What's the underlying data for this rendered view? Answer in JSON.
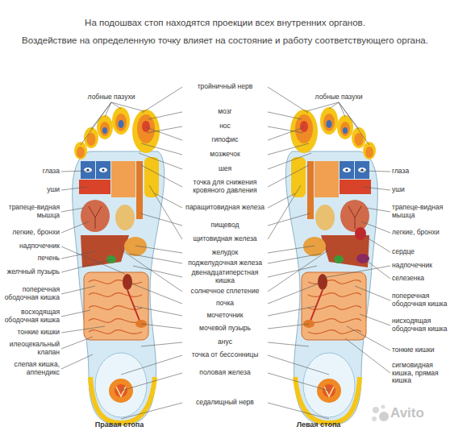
{
  "diagram": {
    "title": "На подошвах стоп находятся проекции всех внутренних органов.",
    "labels": [
      "Воздействие на определенную точку влияет на состояние и работу соответствующего органа.",
      "лобные пазухи",
      "глаза",
      "уши",
      "трапеце-видная мышца",
      "легкие, бронхи",
      "надпочечник",
      "печень",
      "желчный пузырь",
      "поперечная ободочная кишка",
      "восходящая ободочная кишка",
      "тонкие кишки",
      "илеоцекальный клапан",
      "слепая кишка, аппендикс",
      "тройничный нерв",
      "мозг",
      "нос",
      "гипофис",
      "мозжечок",
      "шея",
      "точка для снижения кровяного давления",
      "паращитовидная железа",
      "пищевод",
      "щитовидная железа",
      "желудок",
      "поджелудочная железа",
      "двенадцатиперстная кишка",
      "солнечное сплетение",
      "почка",
      "мочеточник",
      "мочевой пузырь",
      "анус",
      "точка от бессонницы",
      "половая железа",
      "седалищный нерв",
      "лобные пазухи",
      "глаза",
      "уши",
      "трапеце-видная мышца",
      "легкие, бронхи",
      "сердце",
      "надпочечник",
      "селезенка",
      "поперечная ободочная кишка",
      "нисходящая ободочная кишка",
      "тонкие кишки",
      "сигмовидная кишка, прямая кишка",
      "Правая стопа",
      "Левая стопа",
      "Avito"
    ]
  }
}
